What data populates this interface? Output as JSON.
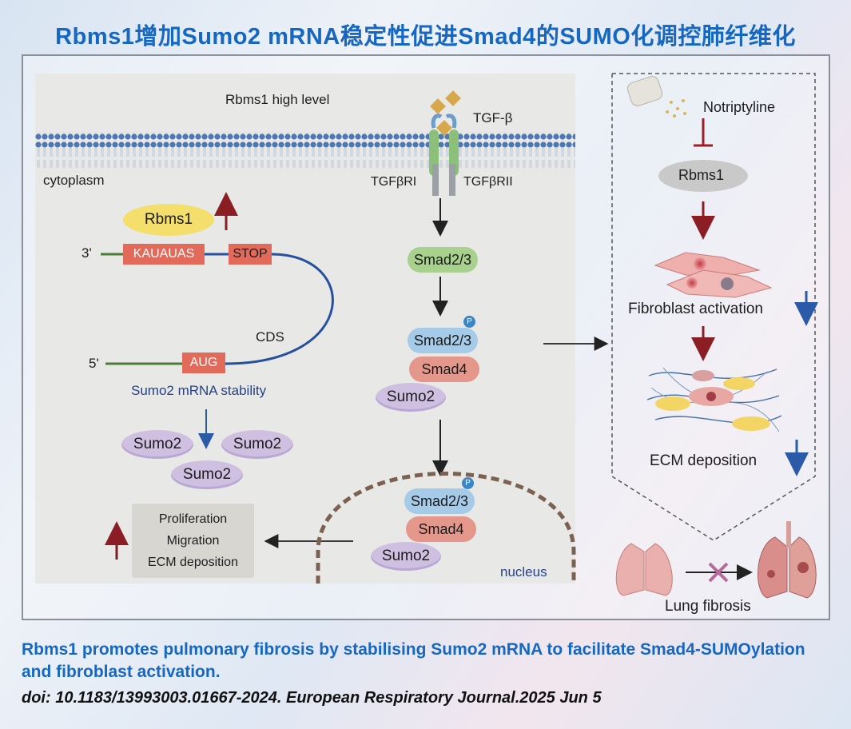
{
  "title": "Rbms1增加Sumo2 mRNA稳定性促进Smad4的SUMO化调控肺纤维化",
  "cell": {
    "state_label": "Rbms1 high level",
    "cytoplasm_label": "cytoplasm",
    "nucleus_label": "nucleus",
    "ligand_label": "TGF-β",
    "receptor1_label": "TGFβRI",
    "receptor2_label": "TGFβRII"
  },
  "mrna": {
    "rbp_label": "Rbms1",
    "three_prime": "3'",
    "five_prime": "5'",
    "motif": "KAUAUAS",
    "stop": "STOP",
    "start": "AUG",
    "cds": "CDS",
    "stability_label": "Sumo2 mRNA stability"
  },
  "sumo_pool": [
    "Sumo2",
    "Sumo2",
    "Sumo2"
  ],
  "pathway": {
    "smad23": "Smad2/3",
    "smad4": "Smad4",
    "sumo2": "Sumo2",
    "phospho": "P"
  },
  "outcomes": [
    "Proliferation",
    "Migration",
    "ECM deposition"
  ],
  "intervention": {
    "drug": "Notriptyline",
    "target": "Rbms1",
    "step1": "Fibroblast activation",
    "step2": "ECM deposition",
    "result": "Lung fibrosis"
  },
  "colors": {
    "title_blue": "#1667c2",
    "up_arrow": "#7a1f24",
    "down_arrow": "#2a5aa8",
    "inhibit_red": "#9b1f2a",
    "mrna_blue": "#2750a0",
    "utr_green": "#4a7d3a",
    "nucleus_border": "#7c6050"
  },
  "footer": {
    "summary": "Rbms1 promotes pulmonary fibrosis by stabilising Sumo2 mRNA to facilitate Smad4-SUMOylation and fibroblast activation.",
    "citation": "doi: 10.1183/13993003.01667-2024. European Respiratory Journal.2025 Jun 5"
  }
}
